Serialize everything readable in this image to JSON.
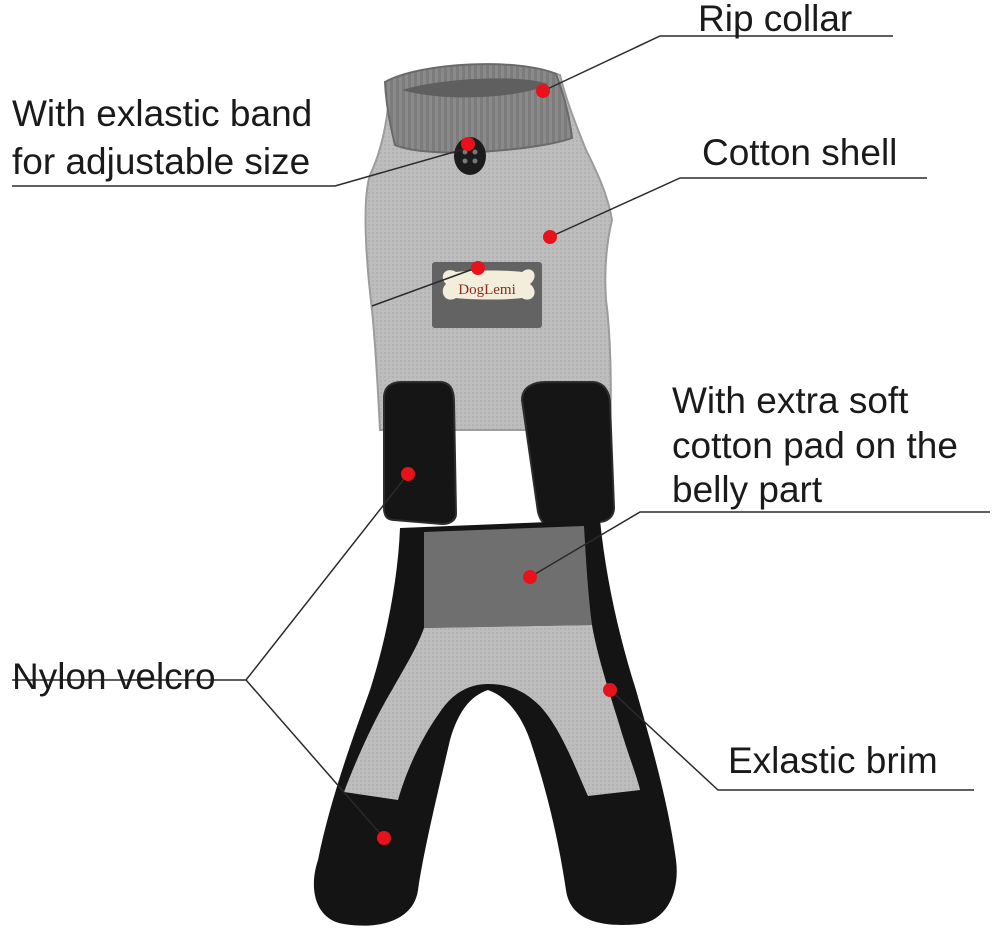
{
  "callouts": {
    "rip_collar": "Rip collar",
    "elastic_band_line1": "With exlastic band",
    "elastic_band_line2": "for adjustable size",
    "cotton_shell": "Cotton shell",
    "cotton_pad_line1": "With extra soft",
    "cotton_pad_line2": "cotton pad on the",
    "cotton_pad_line3": "belly part",
    "nylon_velcro": "Nylon velcro",
    "elastic_brim": "Exlastic brim"
  },
  "product": {
    "brand_patch": "DogLemi"
  },
  "colors": {
    "marker": "#e8121c",
    "fabric_light": "#b9b9b9",
    "fabric_dark": "#6e6e6e",
    "black_panel": "#151515",
    "leader_line": "#2a2a2a"
  }
}
